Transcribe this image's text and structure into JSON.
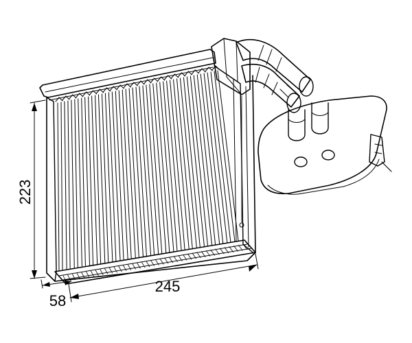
{
  "dimensions": {
    "height": "223",
    "width": "245",
    "depth": "58"
  },
  "colors": {
    "line": "#000000",
    "background": "#ffffff"
  }
}
